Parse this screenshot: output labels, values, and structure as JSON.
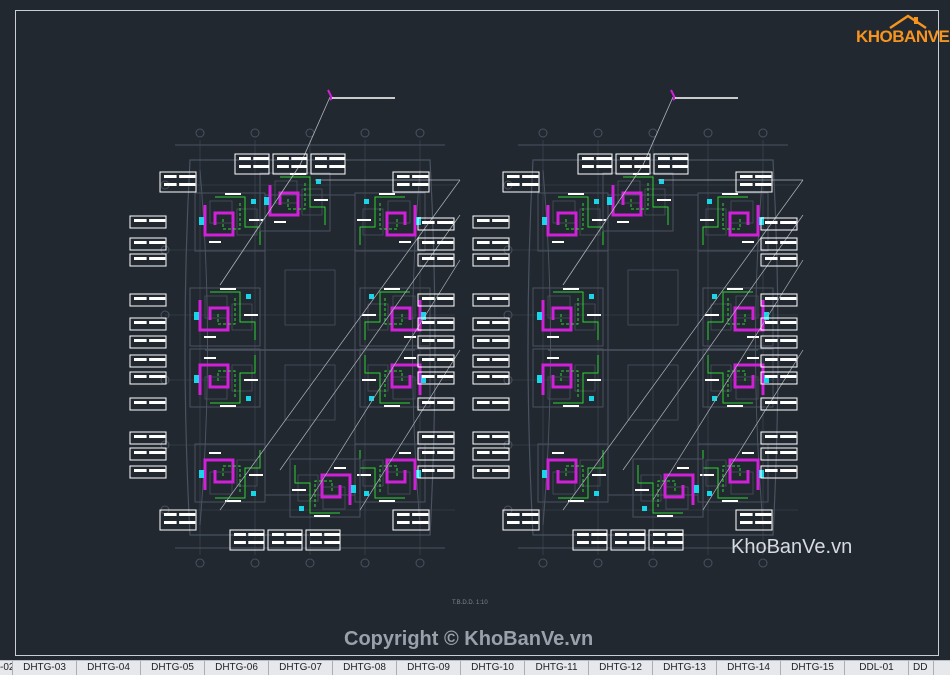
{
  "logo": {
    "text": "KHOBANVE"
  },
  "watermarks": {
    "side": "KhoBanVe.vn",
    "copyright": "Copyright © KhoBanVe.vn"
  },
  "scale_note": "T.B.D.D. 1:10",
  "colors": {
    "background": "#212830",
    "frame": "#c9ced6",
    "wall": "#4a5260",
    "pipe_green": "#2fd52f",
    "pipe_magenta": "#d020d8",
    "cyan": "#18d6e8",
    "label": "#ffffff",
    "logo": "#f7941d"
  },
  "sheet_tabs": [
    {
      "label": "-02",
      "active": false
    },
    {
      "label": "DHTG-03",
      "active": false
    },
    {
      "label": "DHTG-04",
      "active": false
    },
    {
      "label": "DHTG-05",
      "active": false
    },
    {
      "label": "DHTG-06",
      "active": false
    },
    {
      "label": "DHTG-07",
      "active": false
    },
    {
      "label": "DHTG-08",
      "active": false
    },
    {
      "label": "DHTG-09",
      "active": false
    },
    {
      "label": "DHTG-10",
      "active": false
    },
    {
      "label": "DHTG-11",
      "active": false
    },
    {
      "label": "DHTG-12",
      "active": false
    },
    {
      "label": "DHTG-13",
      "active": false
    },
    {
      "label": "DHTG-14",
      "active": false
    },
    {
      "label": "DHTG-15",
      "active": false
    },
    {
      "label": "DDL-01",
      "active": false
    },
    {
      "label": "DD",
      "active": false
    }
  ]
}
